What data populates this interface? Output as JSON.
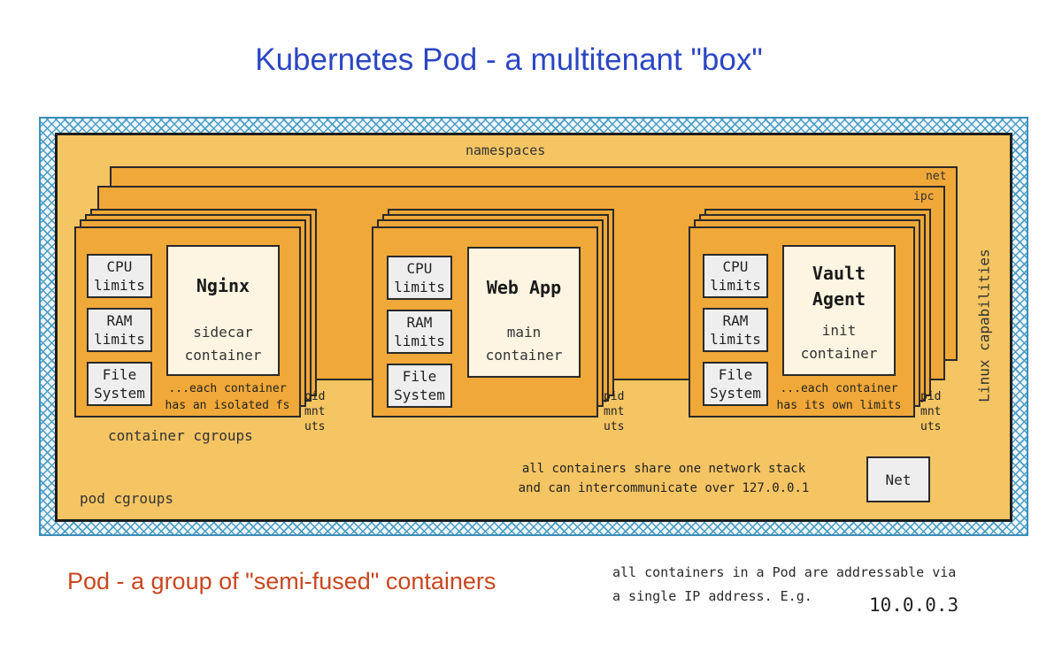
{
  "title": "Kubernetes Pod - a multitenant \"box\"",
  "subtitle": "Pod - a group of \"semi-fused\" containers",
  "pod": {
    "namespaces_label": "namespaces",
    "ns_net": "net",
    "ns_ipc": "ipc",
    "linux_capabilities": "Linux capabilities",
    "pod_cgroups": "pod cgroups",
    "container_cgroups": "container cgroups",
    "network_note": "all containers share one network stack\nand can intercommunicate over 127.0.0.1",
    "net_label": "Net",
    "side_ns": "pid\nmnt\nuts"
  },
  "containers": [
    {
      "name": "Nginx",
      "role": "sidecar\ncontainer",
      "cpu": "CPU\nlimits",
      "ram": "RAM\nlimits",
      "fs": "File\nSystem",
      "note": "...each container\nhas an isolated fs"
    },
    {
      "name": "Web App",
      "role": "main\ncontainer",
      "cpu": "CPU\nlimits",
      "ram": "RAM\nlimits",
      "fs": "File\nSystem",
      "note": ""
    },
    {
      "name": "Vault\nAgent",
      "role": "init\ncontainer",
      "cpu": "CPU\nlimits",
      "ram": "RAM\nlimits",
      "fs": "File\nSystem",
      "note": "...each container\nhas its own limits"
    }
  ],
  "footer": {
    "address_note": "all containers in a Pod are addressable via\na single IP address. E.g.",
    "ip": "10.0.0.3"
  },
  "colors": {
    "title": "#2b46c4",
    "subtitle": "#c8471f",
    "pod_fill": "#f5c463",
    "namespace_fill": "#f0a838",
    "hatch": "#4a9cc4"
  }
}
